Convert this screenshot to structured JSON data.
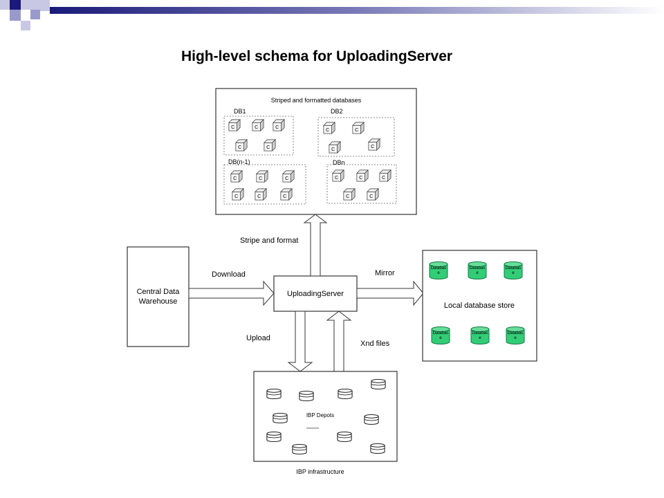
{
  "slide": {
    "title": "High-level schema for UploadingServer",
    "accent_colors": [
      "#1a1a7a",
      "#9999cc",
      "#c8c8e4"
    ]
  },
  "databases_box": {
    "label": "Striped and formatted databases",
    "groups": [
      {
        "name": "DB1",
        "chunk_count": 5
      },
      {
        "name": "DB2",
        "chunk_count": 4
      },
      {
        "name": "DB(n-1)",
        "chunk_count": 6
      },
      {
        "name": "DBn",
        "chunk_count": 5
      }
    ],
    "chunk_label": "C"
  },
  "central": {
    "label_line1": "Central Data",
    "label_line2": "Warehouse"
  },
  "server": {
    "label": "UploadingServer"
  },
  "flows": {
    "download": "Download",
    "stripe": "Stripe and format",
    "mirror": "Mirror",
    "upload": "Upload",
    "xnd": "Xnd files"
  },
  "local_store": {
    "label": "Local database store",
    "cylinder_label_line1": "Databas",
    "cylinder_label_line2": "e",
    "cylinder_color": "#33cc77"
  },
  "ibp": {
    "box_label": "IBP infrastructure",
    "inner_label": "IBP Depots"
  }
}
